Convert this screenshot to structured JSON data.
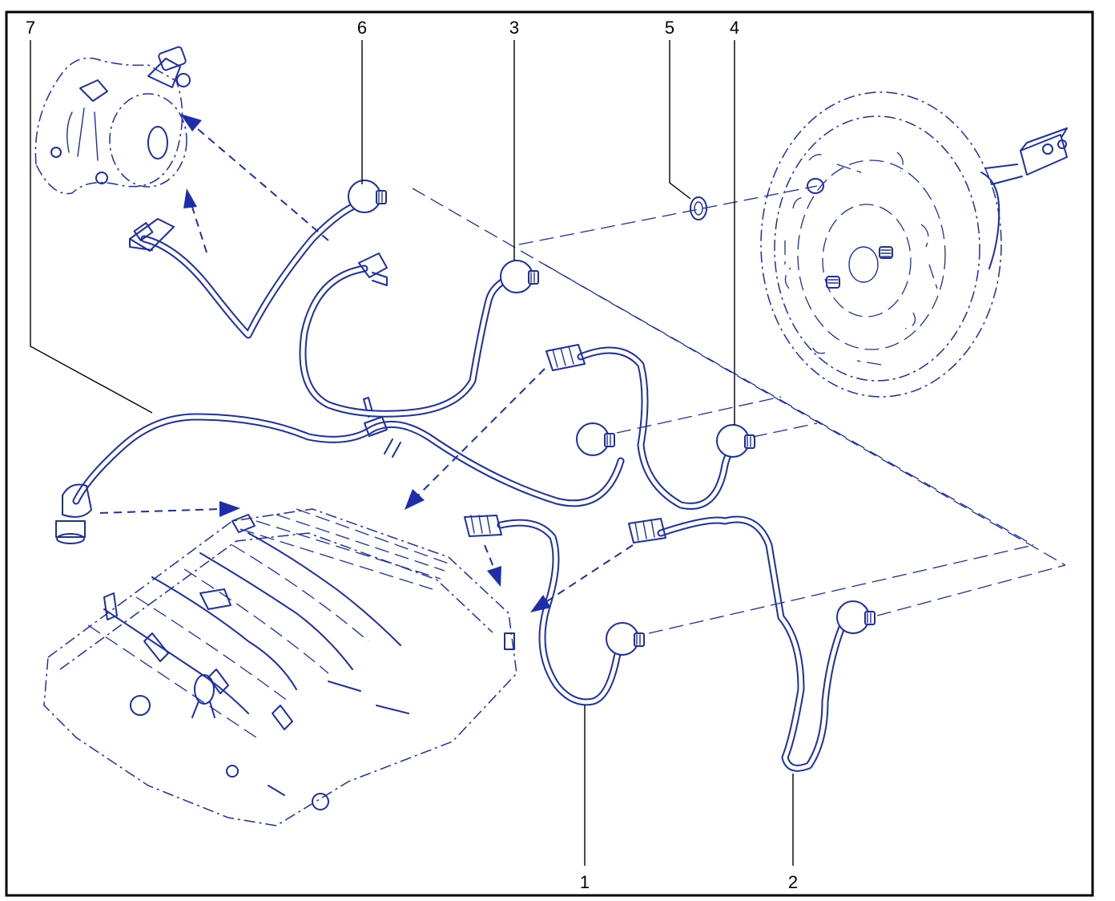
{
  "diagram": {
    "colors": {
      "line_art": "#1c2fa8",
      "callouts": "#000000",
      "background": "#ffffff"
    },
    "callouts": {
      "c1": "1",
      "c2": "2",
      "c3": "3",
      "c4": "4",
      "c5": "5",
      "c6": "6",
      "c7": "7"
    }
  }
}
